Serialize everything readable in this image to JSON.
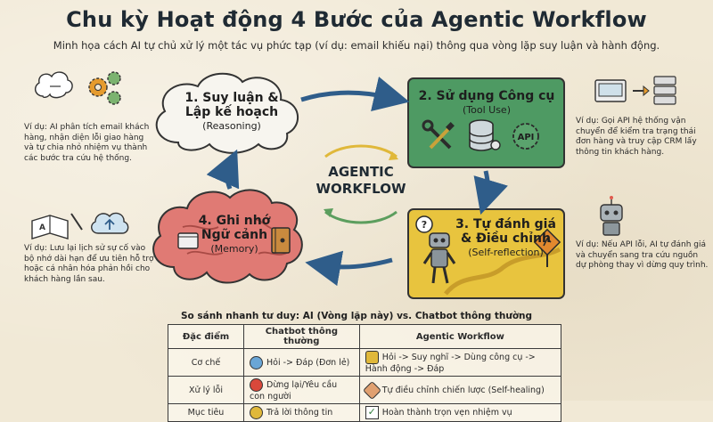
{
  "title": "Chu kỳ Hoạt động 4 Bước của Agentic Workflow",
  "subtitle": "Minh họa cách AI tự chủ xử lý một tác vụ phức tạp (ví dụ: email khiếu nại) thông qua vòng lặp suy luận và hành động.",
  "center": {
    "line1": "AGENTIC",
    "line2": "WORKFLOW"
  },
  "steps": [
    {
      "line1": "1. Suy luận &",
      "line2": "Lập kế hoạch",
      "line3": "(Reasoning)",
      "color": "#f7f5ef",
      "example": "Ví dụ: AI phân tích email khách hàng, nhận diện lỗi giao hàng và tự chia nhỏ nhiệm vụ thành các bước tra cứu hệ thống."
    },
    {
      "line1": "2. Sử dụng Công cụ",
      "line2": "",
      "line3": "(Tool Use)",
      "color": "#4e9a63",
      "example": "Ví dụ: Gọi API hệ thống vận chuyển để kiểm tra trạng thái đơn hàng và truy cập CRM lấy thông tin khách hàng."
    },
    {
      "line1": "3. Tự đánh giá",
      "line2": "& Điều chỉnh",
      "line3": "(Self-reflection)",
      "color": "#e8c43e",
      "example": "Ví dụ: Nếu API lỗi, AI tự đánh giá và chuyển sang tra cứu nguồn dự phòng thay vì dừng quy trình."
    },
    {
      "line1": "4. Ghi nhớ",
      "line2": "Ngữ cảnh",
      "line3": "(Memory)",
      "color": "#e07a74",
      "example": "Ví dụ: Lưu lại lịch sử sự cố vào bộ nhớ dài hạn để ưu tiên hỗ trợ hoặc cá nhân hóa phản hồi cho khách hàng lần sau."
    }
  ],
  "tool_icons": [
    "wrench-screwdriver-icon",
    "database-icon",
    "api-icon"
  ],
  "comparison": {
    "title": "So sánh nhanh tư duy: AI (Vòng lặp này) vs. Chatbot thông thường",
    "headers": [
      "Đặc điểm",
      "Chatbot thông thường",
      "Agentic Workflow"
    ],
    "rows": [
      {
        "feature": "Cơ chế",
        "chatbot": "Hỏi -> Đáp (Đơn lẻ)",
        "agentic": "Hỏi -> Suy nghĩ -> Dùng công cụ -> Hành động -> Đáp"
      },
      {
        "feature": "Xử lý lỗi",
        "chatbot": "Dừng lại/Yêu cầu con người",
        "agentic": "Tự điều chỉnh chiến lược (Self-healing)"
      },
      {
        "feature": "Mục tiêu",
        "chatbot": "Trả lời thông tin",
        "agentic": "Hoàn thành trọn vẹn nhiệm vụ"
      }
    ]
  },
  "colors": {
    "arrow": "#2f5d8a",
    "ink": "#2b2b2b",
    "paper": "#f1e9d6",
    "center_arrow_yellow": "#e0b83a",
    "center_arrow_green": "#5c9e5e"
  }
}
